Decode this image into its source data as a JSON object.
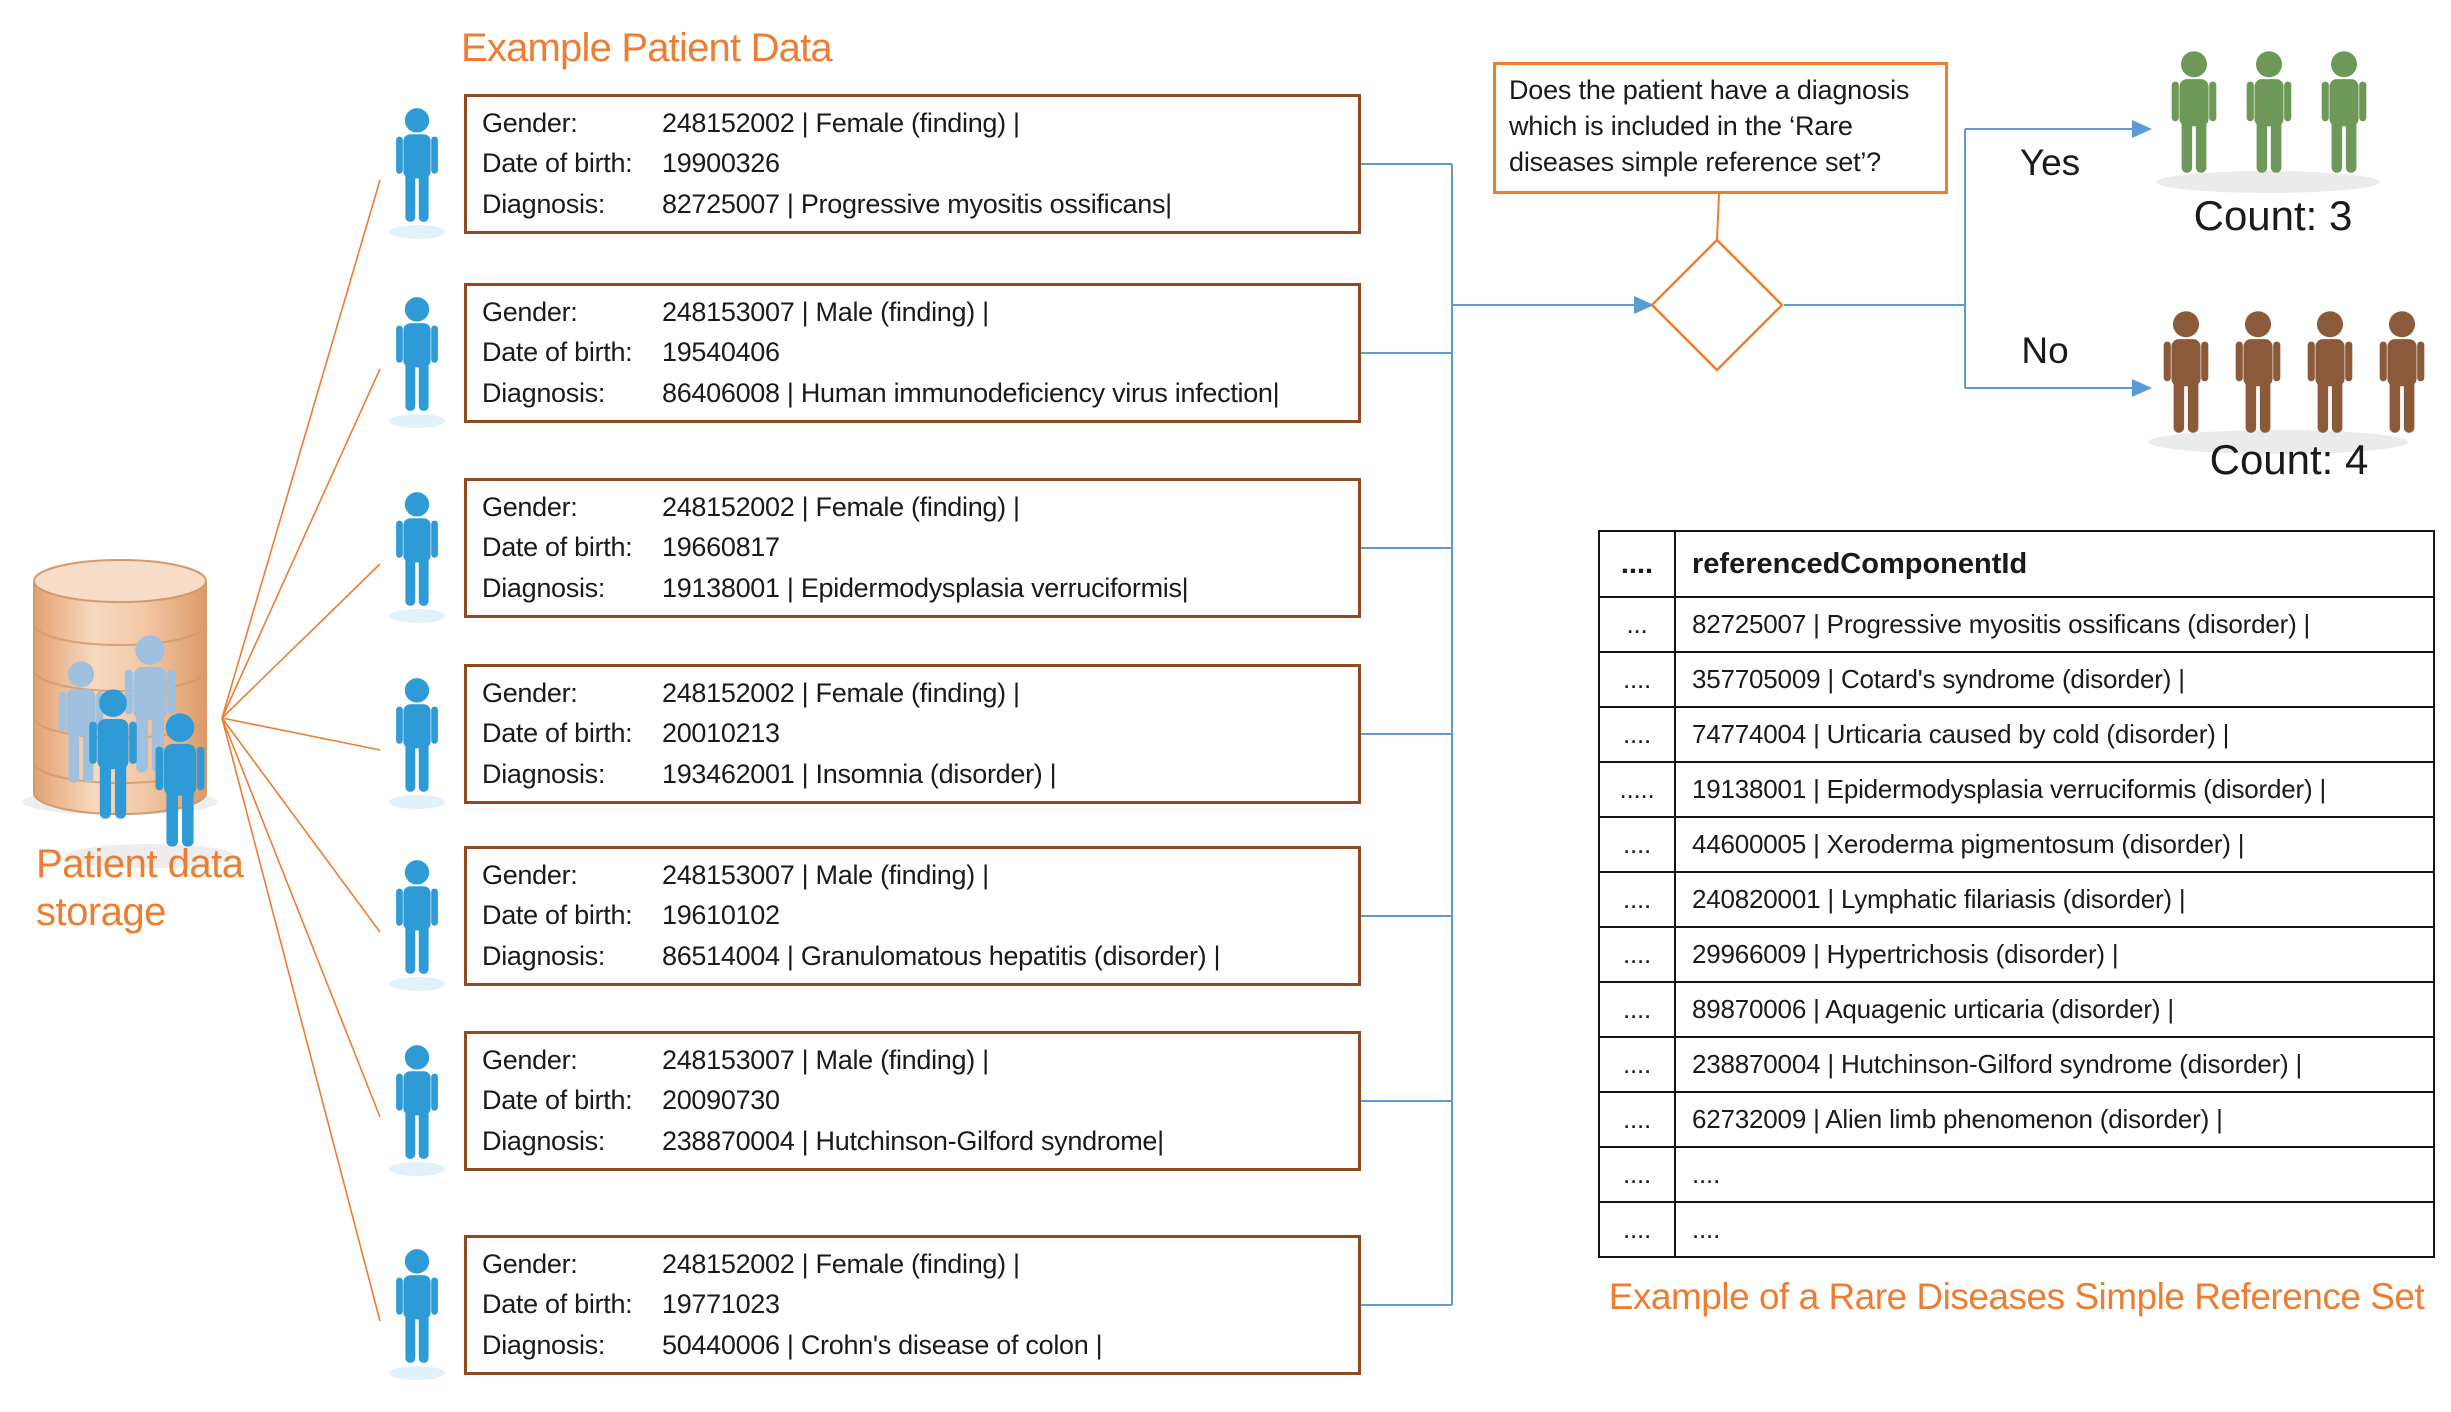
{
  "title": "Example Patient Data",
  "storage": {
    "label": "Patient data storage"
  },
  "field_labels": {
    "gender": "Gender:",
    "dob": "Date of birth:",
    "diagnosis": "Diagnosis:"
  },
  "patients": [
    {
      "gender": "248152002 | Female (finding) |",
      "dob": "19900326",
      "diagnosis": "82725007 | Progressive myositis ossificans|"
    },
    {
      "gender": "248153007 | Male (finding) |",
      "dob": "19540406",
      "diagnosis": "86406008 | Human immunodeficiency virus infection|"
    },
    {
      "gender": "248152002 | Female (finding) |",
      "dob": "19660817",
      "diagnosis": "19138001 | Epidermodysplasia verruciformis|"
    },
    {
      "gender": "248152002 | Female (finding) |",
      "dob": "20010213",
      "diagnosis": "193462001 | Insomnia (disorder) |"
    },
    {
      "gender": "248153007 | Male (finding) |",
      "dob": "19610102",
      "diagnosis": "86514004 | Granulomatous hepatitis (disorder) |"
    },
    {
      "gender": "248153007 | Male (finding) |",
      "dob": "20090730",
      "diagnosis": "238870004 | Hutchinson-Gilford syndrome|"
    },
    {
      "gender": "248152002 | Female (finding) |",
      "dob": "19771023",
      "diagnosis": "50440006 | Crohn's disease of colon |"
    }
  ],
  "decision": {
    "question": "Does the patient have a diagnosis which is included in the ‘Rare diseases simple reference set’?"
  },
  "branches": {
    "yes": {
      "label": "Yes",
      "count": 3,
      "count_label": "Count: 3"
    },
    "no": {
      "label": "No",
      "count": 4,
      "count_label": "Count: 4"
    }
  },
  "reference_table": {
    "headers": [
      "....",
      "referencedComponentId"
    ],
    "rows": [
      [
        "...",
        "82725007 | Progressive myositis ossificans (disorder) |"
      ],
      [
        "....",
        "357705009 | Cotard's syndrome (disorder) |"
      ],
      [
        "....",
        "74774004 | Urticaria caused by cold (disorder) |"
      ],
      [
        ".....",
        "19138001 | Epidermodysplasia verruciformis (disorder) |"
      ],
      [
        "....",
        "44600005 | Xeroderma pigmentosum (disorder) |"
      ],
      [
        "....",
        "240820001 | Lymphatic filariasis (disorder) |"
      ],
      [
        "....",
        "29966009 | Hypertrichosis (disorder) |"
      ],
      [
        "....",
        "89870006 | Aquagenic urticaria (disorder) |"
      ],
      [
        "....",
        "238870004 | Hutchinson-Gilford syndrome (disorder) |"
      ],
      [
        "....",
        "62732009 | Alien limb phenomenon (disorder) |"
      ],
      [
        "....",
        "...."
      ],
      [
        "....",
        "...."
      ]
    ],
    "caption": "Example of a Rare Diseases Simple Reference Set"
  },
  "colors": {
    "accent_orange": "#ED7D31",
    "flow_blue": "#5B9BD5",
    "person_blue": "#2E9BD6",
    "person_light_blue": "#9FC0DE",
    "person_green": "#6D9858",
    "person_brown": "#8A5A3A",
    "box_border_brown": "#8F4A20",
    "database_tan": "#EFC0A0",
    "text_black": "#1A1A1A"
  }
}
